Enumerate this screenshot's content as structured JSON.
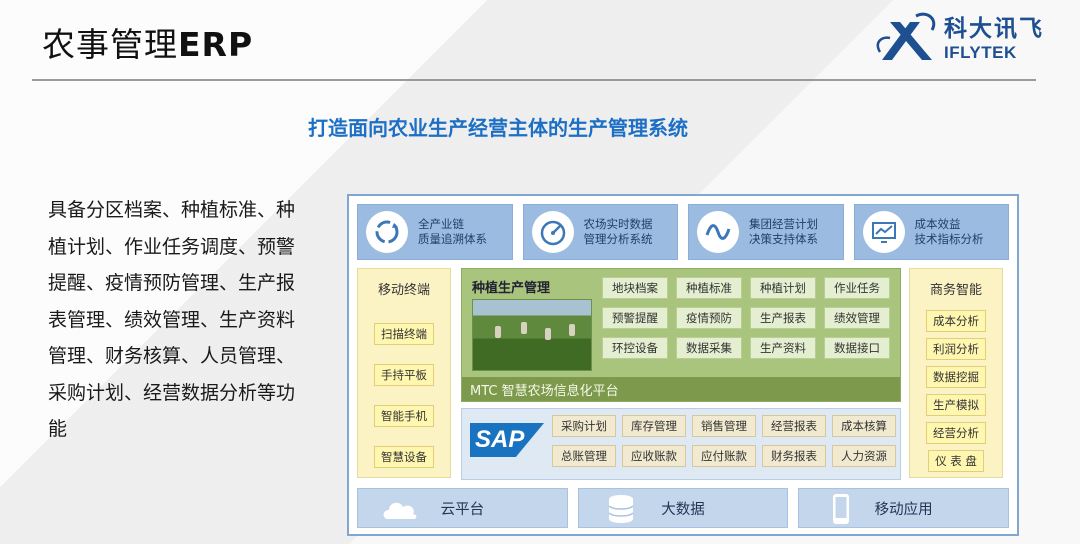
{
  "header": {
    "title_cn": "农事管理",
    "title_en": "ERP"
  },
  "logo": {
    "cn": "科大讯飞",
    "en": "IFLYTEK"
  },
  "subtitle": "打造面向农业生产经营主体的生产管理系统",
  "description": "具备分区档案、种植标准、种植计划、作业任务调度、预警提醒、疫情预防管理、生产报表管理、绩效管理、生产资料管理、财务核算、人员管理、采购计划、经营数据分析等功能",
  "diagram": {
    "top_boxes": [
      {
        "line1": "全产业链",
        "line2": "质量追溯体系",
        "icon": "recycle-icon"
      },
      {
        "line1": "农场实时数据",
        "line2": "管理分析系统",
        "icon": "gauge-icon"
      },
      {
        "line1": "集团经营计划",
        "line2": "决策支持体系",
        "icon": "wave-icon"
      },
      {
        "line1": "成本效益",
        "line2": "技术指标分析",
        "icon": "monitor-chart-icon"
      }
    ],
    "left_col": {
      "head": "移动终端",
      "items": [
        "扫描终端",
        "手持平板",
        "智能手机",
        "智慧设备"
      ]
    },
    "right_col": {
      "head": "商务智能",
      "items": [
        "成本分析",
        "利润分析",
        "数据挖掘",
        "生产模拟",
        "经营分析",
        "仪 表 盘"
      ]
    },
    "green_panel": {
      "title": "种植生产管理",
      "items": [
        "地块档案",
        "种植标准",
        "种植计划",
        "作业任务",
        "预警提醒",
        "疫情预防",
        "生产报表",
        "绩效管理",
        "环控设备",
        "数据采集",
        "生产资料",
        "数据接口"
      ],
      "bar": "MTC 智慧农场信息化平台"
    },
    "sap_panel": {
      "logo": "SAP",
      "items": [
        "采购计划",
        "库存管理",
        "销售管理",
        "经营报表",
        "成本核算",
        "总账管理",
        "应收账款",
        "应付账款",
        "财务报表",
        "人力资源"
      ]
    },
    "bottom_boxes": [
      {
        "label": "云平台",
        "icon": "cloud-icon"
      },
      {
        "label": "大数据",
        "icon": "database-icon"
      },
      {
        "label": "移动应用",
        "icon": "phone-icon"
      }
    ]
  },
  "colors": {
    "accent_blue": "#1c6fc4",
    "logo_blue": "#1d4f91",
    "green_panel": "#a9c47c",
    "yellow_col": "#fbf3c4"
  }
}
